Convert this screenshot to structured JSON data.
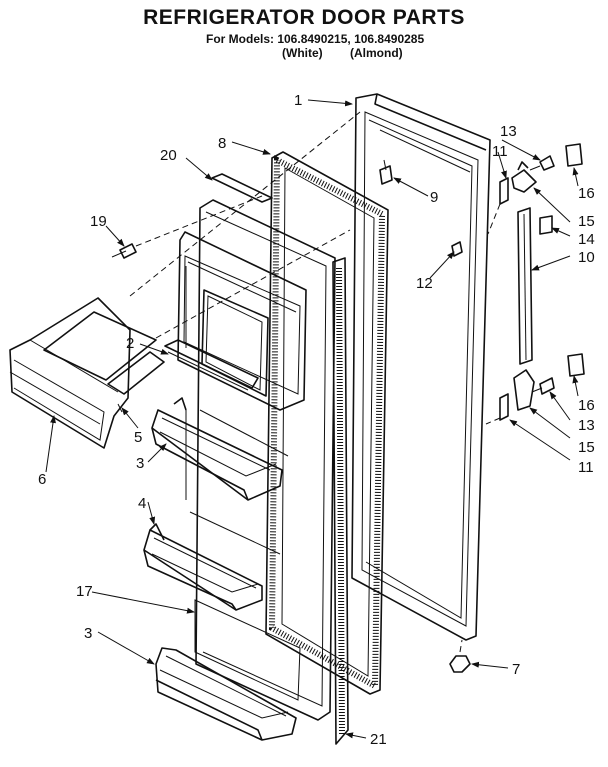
{
  "title": "REFRIGERATOR DOOR PARTS",
  "models_line": "For Models: 106.8490215, 106.8490285",
  "finishes": {
    "white": "(White)",
    "almond": "(Almond)"
  },
  "callouts": {
    "c1": "1",
    "c2": "2",
    "c3a": "3",
    "c3b": "3",
    "c4": "4",
    "c5": "5",
    "c6": "6",
    "c7": "7",
    "c8": "8",
    "c9": "9",
    "c10": "10",
    "c11a": "11",
    "c11b": "11",
    "c12": "12",
    "c13a": "13",
    "c13b": "13",
    "c14": "14",
    "c15a": "15",
    "c15b": "15",
    "c16a": "16",
    "c16b": "16",
    "c17": "17",
    "c19": "19",
    "c20": "20",
    "c21": "21"
  }
}
